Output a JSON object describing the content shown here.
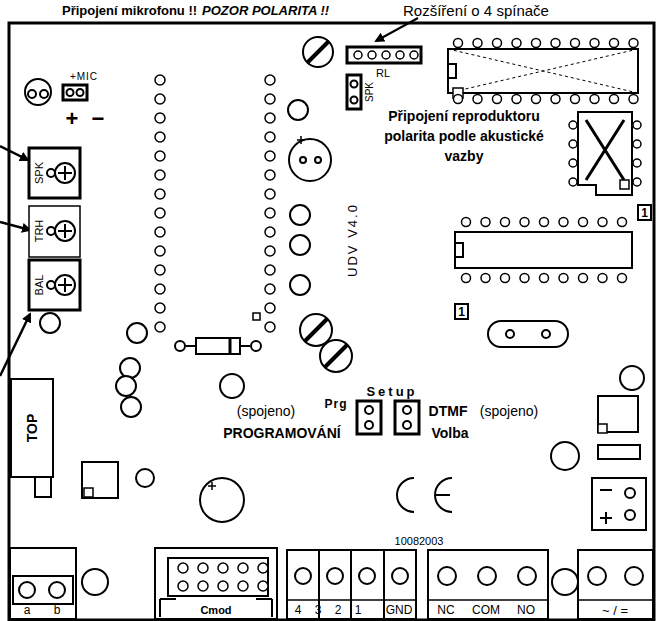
{
  "diagram": {
    "nodes": [
      {
        "text": [
          "1"
        ]
      },
      {
        "text": [
          "1"
        ]
      },
      {
        "text": [
          "TOP"
        ]
      }
    ],
    "labels": [
      "Připojení mikrofonu !!",
      "POZOR POLARITA !!",
      "Rozšíření o 4 spínače",
      "+MIC",
      "+",
      "−",
      "SPK",
      "TRH",
      "BAL",
      "RL",
      "SPK",
      "Připojení reproduktoru polarita podle akustické vazby",
      "UDV V4.0",
      "Setup",
      "(spojeno)",
      "Prg",
      "PROGRAMOVÁNÍ",
      "DTMF",
      "(spojeno)",
      "Volba",
      "10082003",
      "a",
      "b",
      "Cmod",
      "4",
      "3",
      "2",
      "1",
      "GND",
      "NC",
      "COM",
      "NO",
      "~ / ="
    ]
  }
}
